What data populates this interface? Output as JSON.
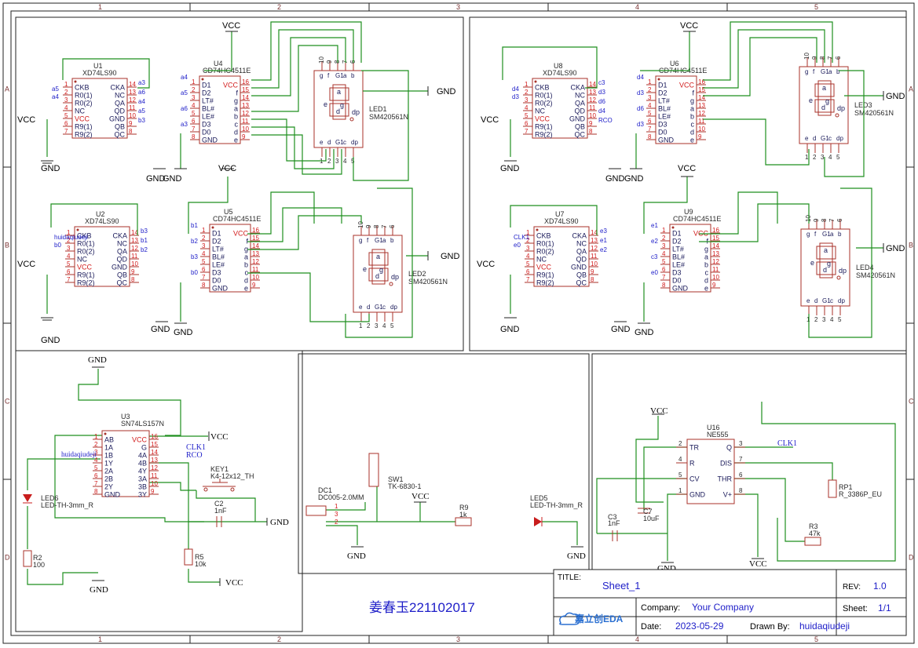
{
  "sheet": {
    "col_labels": [
      "1",
      "2",
      "3",
      "4",
      "5"
    ],
    "row_labels": [
      "A",
      "B",
      "C",
      "D"
    ]
  },
  "colors": {
    "wire": "#1f8f1f",
    "component": "#a8322a",
    "pin_number": "#d21c1c",
    "label": "#1d1dc8",
    "frame": "#222222",
    "grid_text": "#7a3232"
  },
  "counters": [
    {
      "ref": "U1",
      "part": "XD74LS90",
      "pins_left": [
        "CKB",
        "R0(1)",
        "R0(2)",
        "NC",
        "VCC",
        "R9(1)",
        "R9(2)"
      ],
      "pins_right": [
        "CKA",
        "NC",
        "QA",
        "QD",
        "GND",
        "QB",
        "QC"
      ],
      "nums_left": [
        "1",
        "2",
        "3",
        "4",
        "5",
        "6",
        "7"
      ],
      "nums_right": [
        "14",
        "13",
        "12",
        "11",
        "10",
        "9",
        "8"
      ],
      "nets": [
        "a5",
        "a4",
        "a3",
        "a6",
        "a4",
        "a5",
        "b3"
      ]
    },
    {
      "ref": "U2",
      "part": "XD74LS90",
      "pins_left": [
        "CKB",
        "R0(1)",
        "R0(2)",
        "NC",
        "VCC",
        "R9(1)",
        "R9(2)"
      ],
      "pins_right": [
        "CKA",
        "NC",
        "QA",
        "QD",
        "GND",
        "QB",
        "QC"
      ],
      "nums_left": [
        "1",
        "2",
        "3",
        "4",
        "5",
        "6",
        "7"
      ],
      "nums_right": [
        "14",
        "13",
        "12",
        "11",
        "10",
        "9",
        "8"
      ],
      "nets": [
        "huidaqiudeji",
        "b0",
        "b3",
        "b1",
        "b2"
      ]
    },
    {
      "ref": "U8",
      "part": "XD74LS90",
      "pins_left": [
        "CKB",
        "R0(1)",
        "R0(2)",
        "NC",
        "VCC",
        "R9(1)",
        "R9(2)"
      ],
      "pins_right": [
        "CKA",
        "NC",
        "QA",
        "QD",
        "GND",
        "QB",
        "QC"
      ],
      "nums_left": [
        "1",
        "2",
        "3",
        "4",
        "5",
        "6",
        "7"
      ],
      "nums_right": [
        "14",
        "13",
        "12",
        "11",
        "10",
        "9",
        "8"
      ],
      "nets": [
        "d4",
        "d3",
        "c3",
        "d3",
        "d6",
        "d4",
        "RCO"
      ]
    },
    {
      "ref": "U7",
      "part": "XD74LS90",
      "pins_left": [
        "CKB",
        "R0(1)",
        "R0(2)",
        "NC",
        "VCC",
        "R9(1)",
        "R9(2)"
      ],
      "pins_right": [
        "CKA",
        "NC",
        "QA",
        "QD",
        "GND",
        "QB",
        "QC"
      ],
      "nums_left": [
        "1",
        "2",
        "3",
        "4",
        "5",
        "6",
        "7"
      ],
      "nums_right": [
        "14",
        "13",
        "12",
        "11",
        "10",
        "9",
        "8"
      ],
      "nets": [
        "CLK1",
        "e0",
        "e3",
        "e1",
        "e2"
      ]
    }
  ],
  "decoders": [
    {
      "ref": "U4",
      "part": "CD74HC4511E",
      "pins_left": [
        "D1",
        "D2",
        "LT#",
        "BL#",
        "LE#",
        "D3",
        "D0",
        "GND"
      ],
      "pins_right": [
        "VCC",
        "f",
        "g",
        "a",
        "b",
        "c",
        "d",
        "e"
      ],
      "nums_left": [
        "1",
        "2",
        "3",
        "4",
        "5",
        "6",
        "7",
        "8"
      ],
      "nums_right": [
        "16",
        "15",
        "14",
        "13",
        "12",
        "11",
        "10",
        "9"
      ],
      "nets": [
        "a4",
        "a5",
        "a6",
        "a3"
      ]
    },
    {
      "ref": "U5",
      "part": "CD74HC4511E",
      "pins_left": [
        "D1",
        "D2",
        "LT#",
        "BL#",
        "LE#",
        "D3",
        "D0",
        "GND"
      ],
      "pins_right": [
        "VCC",
        "f",
        "g",
        "a",
        "b",
        "c",
        "d",
        "e"
      ],
      "nums_left": [
        "1",
        "2",
        "3",
        "4",
        "5",
        "6",
        "7",
        "8"
      ],
      "nums_right": [
        "16",
        "15",
        "14",
        "13",
        "12",
        "11",
        "10",
        "9"
      ],
      "nets": [
        "b1",
        "b2",
        "b3",
        "b0"
      ]
    },
    {
      "ref": "U6",
      "part": "CD74HC4511E",
      "pins_left": [
        "D1",
        "D2",
        "LT#",
        "BL#",
        "LE#",
        "D3",
        "D0",
        "GND"
      ],
      "pins_right": [
        "VCC",
        "f",
        "g",
        "a",
        "b",
        "c",
        "d",
        "e"
      ],
      "nums_left": [
        "1",
        "2",
        "3",
        "4",
        "5",
        "6",
        "7",
        "8"
      ],
      "nums_right": [
        "16",
        "15",
        "14",
        "13",
        "12",
        "11",
        "10",
        "9"
      ],
      "nets": [
        "d4",
        "d3",
        "d6",
        "d3"
      ]
    },
    {
      "ref": "U9",
      "part": "CD74HC4511E",
      "pins_left": [
        "D1",
        "D2",
        "LT#",
        "BL#",
        "LE#",
        "D3",
        "D0",
        "GND"
      ],
      "pins_right": [
        "VCC",
        "f",
        "g",
        "a",
        "b",
        "c",
        "d",
        "e"
      ],
      "nums_left": [
        "1",
        "2",
        "3",
        "4",
        "5",
        "6",
        "7",
        "8"
      ],
      "nums_right": [
        "16",
        "15",
        "14",
        "13",
        "12",
        "11",
        "10",
        "9"
      ],
      "nets": [
        "e1",
        "e2",
        "c3",
        "e0"
      ]
    }
  ],
  "displays": [
    {
      "ref": "LED1",
      "part": "SM420561N"
    },
    {
      "ref": "LED2",
      "part": "SM420561N"
    },
    {
      "ref": "LED3",
      "part": "SM420561N"
    },
    {
      "ref": "LED4",
      "part": "SM420561N"
    }
  ],
  "display_pins": {
    "top_nums": [
      "10",
      "9",
      "8",
      "7",
      "6"
    ],
    "top_labels": [
      "g",
      "f",
      "G1",
      "a",
      "b"
    ],
    "bot_nums": [
      "1",
      "2",
      "3",
      "4",
      "5"
    ],
    "bot_labels": [
      "e",
      "d",
      "G1",
      "c",
      "dp"
    ],
    "segments": [
      "a",
      "b",
      "c",
      "d",
      "e",
      "f",
      "g",
      "dp"
    ]
  },
  "mux": {
    "ref": "U3",
    "part": "SN74LS157N",
    "pins_left": [
      "AB",
      "1A",
      "1B",
      "1Y",
      "2A",
      "2B",
      "2Y",
      "GND"
    ],
    "pins_right": [
      "VCC",
      "G",
      "4A",
      "4B",
      "4Y",
      "3A",
      "3B",
      "3Y"
    ],
    "nums_left": [
      "1",
      "2",
      "3",
      "4",
      "5",
      "6",
      "7",
      "8"
    ],
    "nums_right": [
      "16",
      "15",
      "14",
      "13",
      "12",
      "11",
      "10",
      "9"
    ],
    "net_clk": "CLK1",
    "net_rco": "RCO",
    "net_left": "huidaqiudeji"
  },
  "timer": {
    "ref": "U16",
    "part": "NE555",
    "pins_left": [
      "TR",
      "R",
      "CV",
      "GND"
    ],
    "nums_left": [
      "2",
      "4",
      "5",
      "1"
    ],
    "pins_right": [
      "Q",
      "DIS",
      "THR",
      "V+"
    ],
    "nums_right": [
      "3",
      "7",
      "6",
      "8"
    ],
    "net_out": "CLK1"
  },
  "parts": {
    "key1": {
      "ref": "KEY1",
      "part": "K4-12x12_TH"
    },
    "c2": {
      "ref": "C2",
      "val": "1nF"
    },
    "r5": {
      "ref": "R5",
      "val": "10k"
    },
    "r2": {
      "ref": "R2",
      "val": "100"
    },
    "led6": {
      "ref": "LED6",
      "part": "LED-TH-3mm_R"
    },
    "dc1": {
      "ref": "DC1",
      "part": "DC005-2.0MM"
    },
    "sw1": {
      "ref": "SW1",
      "part": "TK-6830-1"
    },
    "r9": {
      "ref": "R9",
      "val": "1k"
    },
    "led5": {
      "ref": "LED5",
      "part": "LED-TH-3mm_R"
    },
    "c3": {
      "ref": "C3",
      "val": "1nF"
    },
    "c7": {
      "ref": "C7",
      "val": "10uF"
    },
    "r3": {
      "ref": "R3",
      "val": "47k"
    },
    "rp1": {
      "ref": "RP1",
      "part": "R_3386P_EU"
    }
  },
  "power": {
    "vcc": "VCC",
    "gnd": "GND"
  },
  "author_note": "姜春玉221102017",
  "title_block": {
    "title_label": "TITLE:",
    "title": "Sheet_1",
    "rev_label": "REV:",
    "rev": "1.0",
    "company_label": "Company:",
    "company": "Your Company",
    "sheet_label": "Sheet:",
    "sheet": "1/1",
    "date_label": "Date:",
    "date": "2023-05-29",
    "drawn_label": "Drawn By:",
    "drawn": "huidaqiudeji",
    "logo": "嘉立创EDA"
  }
}
